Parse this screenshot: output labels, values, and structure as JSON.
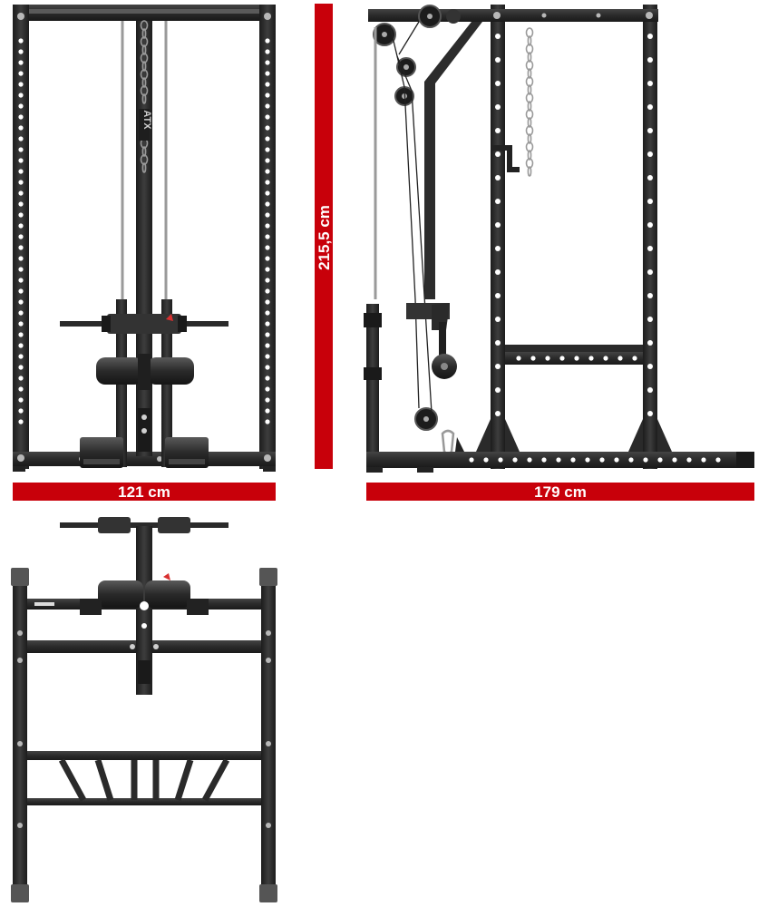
{
  "brand": {
    "logo_text": "ATX"
  },
  "dimensions": {
    "width_label": "121 cm",
    "depth_label": "179 cm",
    "height_label": "215,5 cm"
  },
  "colors": {
    "dimension_bar": "#c8000a",
    "frame": "#2b2b2b",
    "frame_light": "#4a4a4a",
    "hole": "#ffffff",
    "bolt": "#b8b8b8",
    "cable": "#9a9a9a",
    "accent_red": "#d83030"
  }
}
